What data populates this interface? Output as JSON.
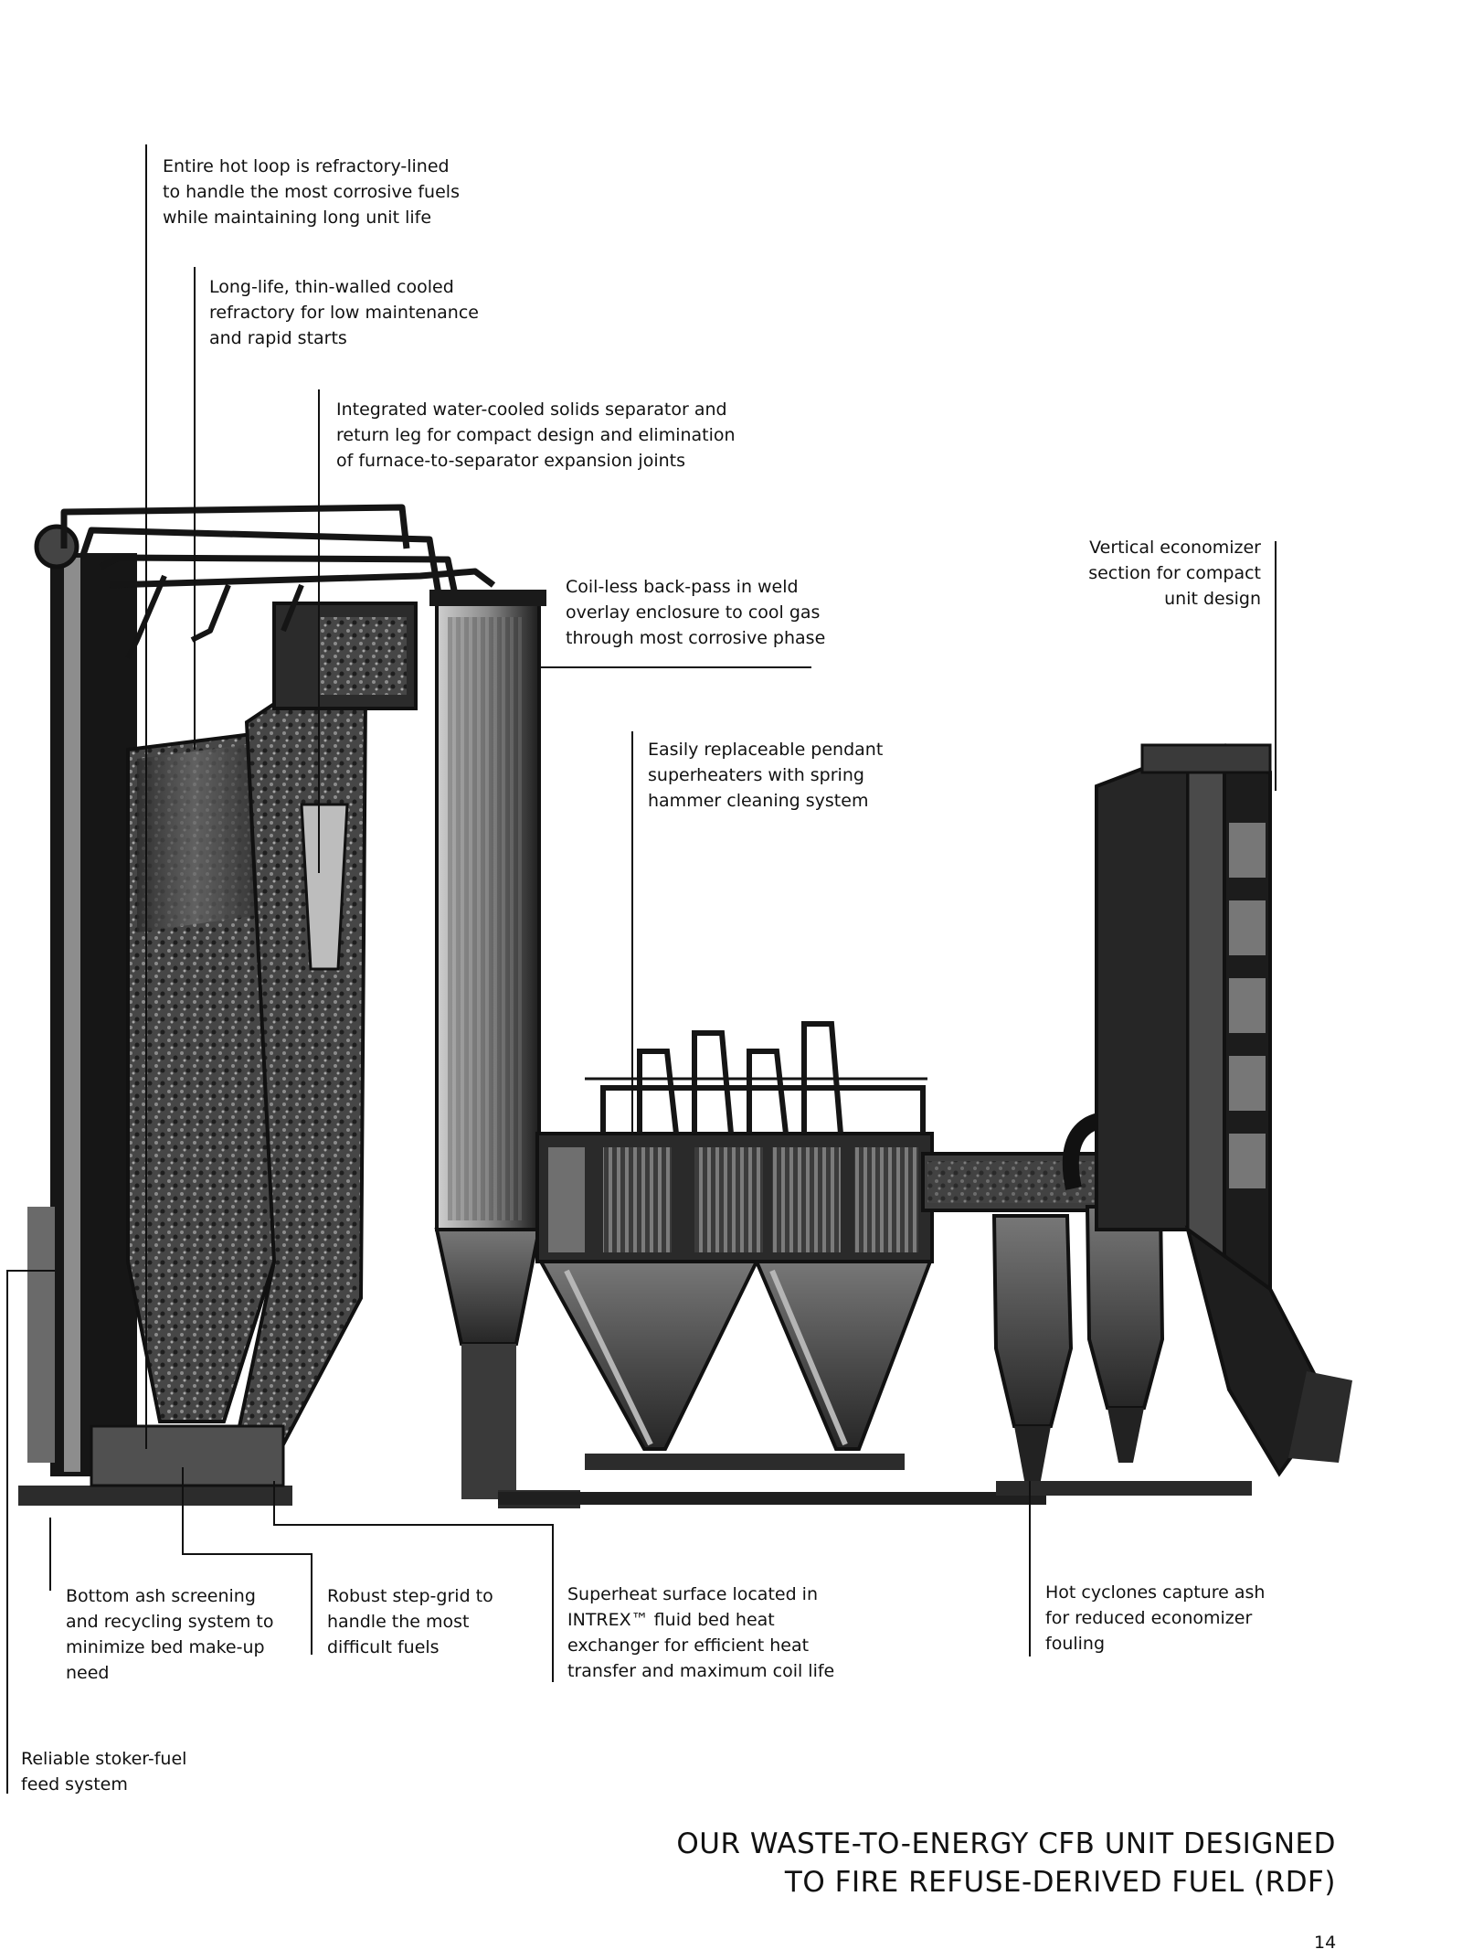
{
  "annotations": {
    "hot_loop": [
      "Entire hot loop is refractory-lined",
      "to handle the most corrosive fuels",
      "while maintaining long unit life"
    ],
    "cooled_refractory": [
      "Long-life, thin-walled cooled",
      "refractory for low maintenance",
      "and rapid starts"
    ],
    "solids_separator": [
      "Integrated water-cooled solids separator and",
      "return leg for compact design and elimination",
      "of furnace-to-separator expansion joints"
    ],
    "back_pass": [
      "Coil-less back-pass in weld",
      "overlay enclosure to cool gas",
      "through most corrosive phase"
    ],
    "economizer": [
      "Vertical economizer",
      "section for compact",
      "unit design"
    ],
    "superheaters": [
      "Easily replaceable pendant",
      "superheaters with spring",
      "hammer cleaning system"
    ],
    "bottom_ash": [
      "Bottom ash screening",
      "and recycling system to",
      "minimize bed make-up",
      "need"
    ],
    "step_grid": [
      "Robust step-grid to",
      "handle the most",
      "difficult fuels"
    ],
    "intrex": [
      "Superheat surface located in",
      "INTREX™ fluid bed heat",
      "exchanger for efficient heat",
      "transfer and maximum coil life"
    ],
    "hot_cyclones": [
      "Hot cyclones capture ash",
      "for reduced economizer",
      "fouling"
    ],
    "stoker_feed": [
      "Reliable stoker-fuel",
      "feed system"
    ]
  },
  "title": [
    "OUR WASTE-TO-ENERGY CFB UNIT DESIGNED",
    "TO FIRE REFUSE-DERIVED FUEL (RDF)"
  ],
  "page_number": "14",
  "colors": {
    "ink": "#111111",
    "dark_metal": "#1c1c1c",
    "mid_metal": "#4a4a4a",
    "light_metal": "#9a9a9a",
    "paper": "#ffffff"
  }
}
